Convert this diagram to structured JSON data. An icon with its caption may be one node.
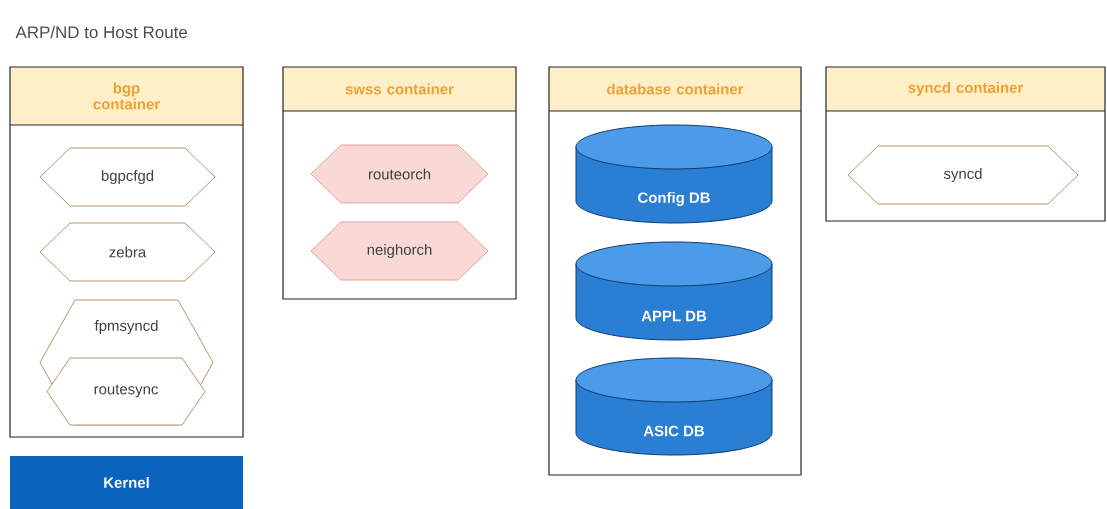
{
  "diagram": {
    "title": "ARP/ND to Host Route",
    "nodes": [
      {
        "text": [
          "bgp container"
        ]
      },
      {
        "text": [
          "bgpcfgd"
        ],
        "in": 0
      },
      {
        "text": [
          "zebra"
        ],
        "in": 0
      },
      {
        "text": [
          "fpmsyncd"
        ],
        "in": 0
      },
      {
        "text": [
          "routesync"
        ],
        "in": 3
      },
      {
        "text": [
          "Kernel"
        ]
      },
      {
        "text": [
          "swss container"
        ]
      },
      {
        "text": [
          "routeorch"
        ],
        "in": 6
      },
      {
        "text": [
          "neighorch"
        ],
        "in": 6
      },
      {
        "text": [
          "database container"
        ]
      },
      {
        "text": [
          "Config DB"
        ],
        "in": 9
      },
      {
        "text": [
          "APPL DB"
        ],
        "in": 9
      },
      {
        "text": [
          "ASIC DB"
        ],
        "in": 9
      },
      {
        "text": [
          "syncd container"
        ]
      },
      {
        "text": [
          "syncd"
        ],
        "in": 13
      }
    ]
  }
}
